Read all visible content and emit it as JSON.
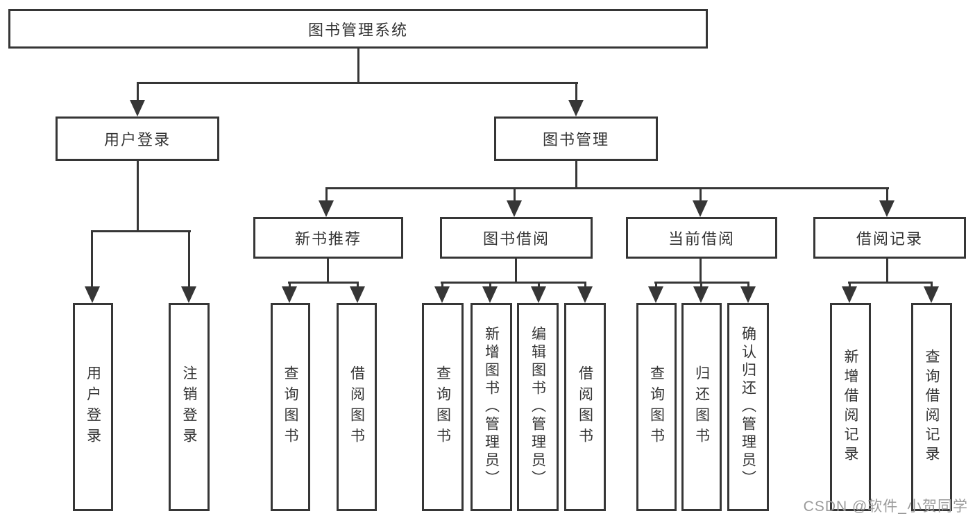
{
  "diagram": {
    "title": "图书管理系统",
    "watermark": "CSDN @软件_小贺同学",
    "colors": {
      "line": "#363636",
      "text": "#333333",
      "watermark": "#9b9b9b",
      "background": "#ffffff"
    },
    "root": {
      "label": "图书管理系统"
    },
    "level2": {
      "user_login": {
        "label": "用户登录"
      },
      "book_mgmt": {
        "label": "图书管理"
      }
    },
    "level3": {
      "new_book_rec": {
        "label": "新书推荐"
      },
      "book_borrow": {
        "label": "图书借阅"
      },
      "current_borrow": {
        "label": "当前借阅"
      },
      "borrow_records": {
        "label": "借阅记录"
      }
    },
    "level4": {
      "user_login_leaf": {
        "label": "用户登录"
      },
      "logout_leaf": {
        "label": "注销登录"
      },
      "rec_query_books": {
        "label": "查询图书"
      },
      "rec_borrow_books": {
        "label": "借阅图书"
      },
      "bb_query_books": {
        "label": "查询图书"
      },
      "bb_add_books_admin": {
        "label": "新增图书（管理员）"
      },
      "bb_edit_books_admin": {
        "label": "编辑图书（管理员）"
      },
      "bb_borrow_books": {
        "label": "借阅图书"
      },
      "cb_query_books": {
        "label": "查询图书"
      },
      "cb_return_books": {
        "label": "归还图书"
      },
      "cb_confirm_return_admin": {
        "label": "确认归还（管理员）"
      },
      "br_add_record": {
        "label": "新增借阅记录"
      },
      "br_query_record": {
        "label": "查询借阅记录"
      }
    }
  }
}
